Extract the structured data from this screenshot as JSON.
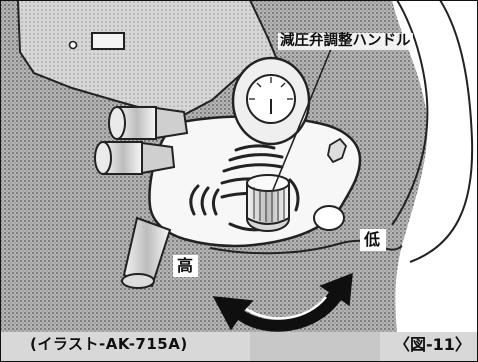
{
  "figure": {
    "callout_label": "減圧弁調整ハンドル",
    "high_label": "高",
    "low_label": "低",
    "model_caption": "(イラスト-AK-715A)",
    "figure_number": "〈図-11〉"
  },
  "colors": {
    "ink": "#111111",
    "paper": "#ffffff",
    "halftone": "#8a8a8a",
    "machine_body": "#d9d9d9"
  }
}
